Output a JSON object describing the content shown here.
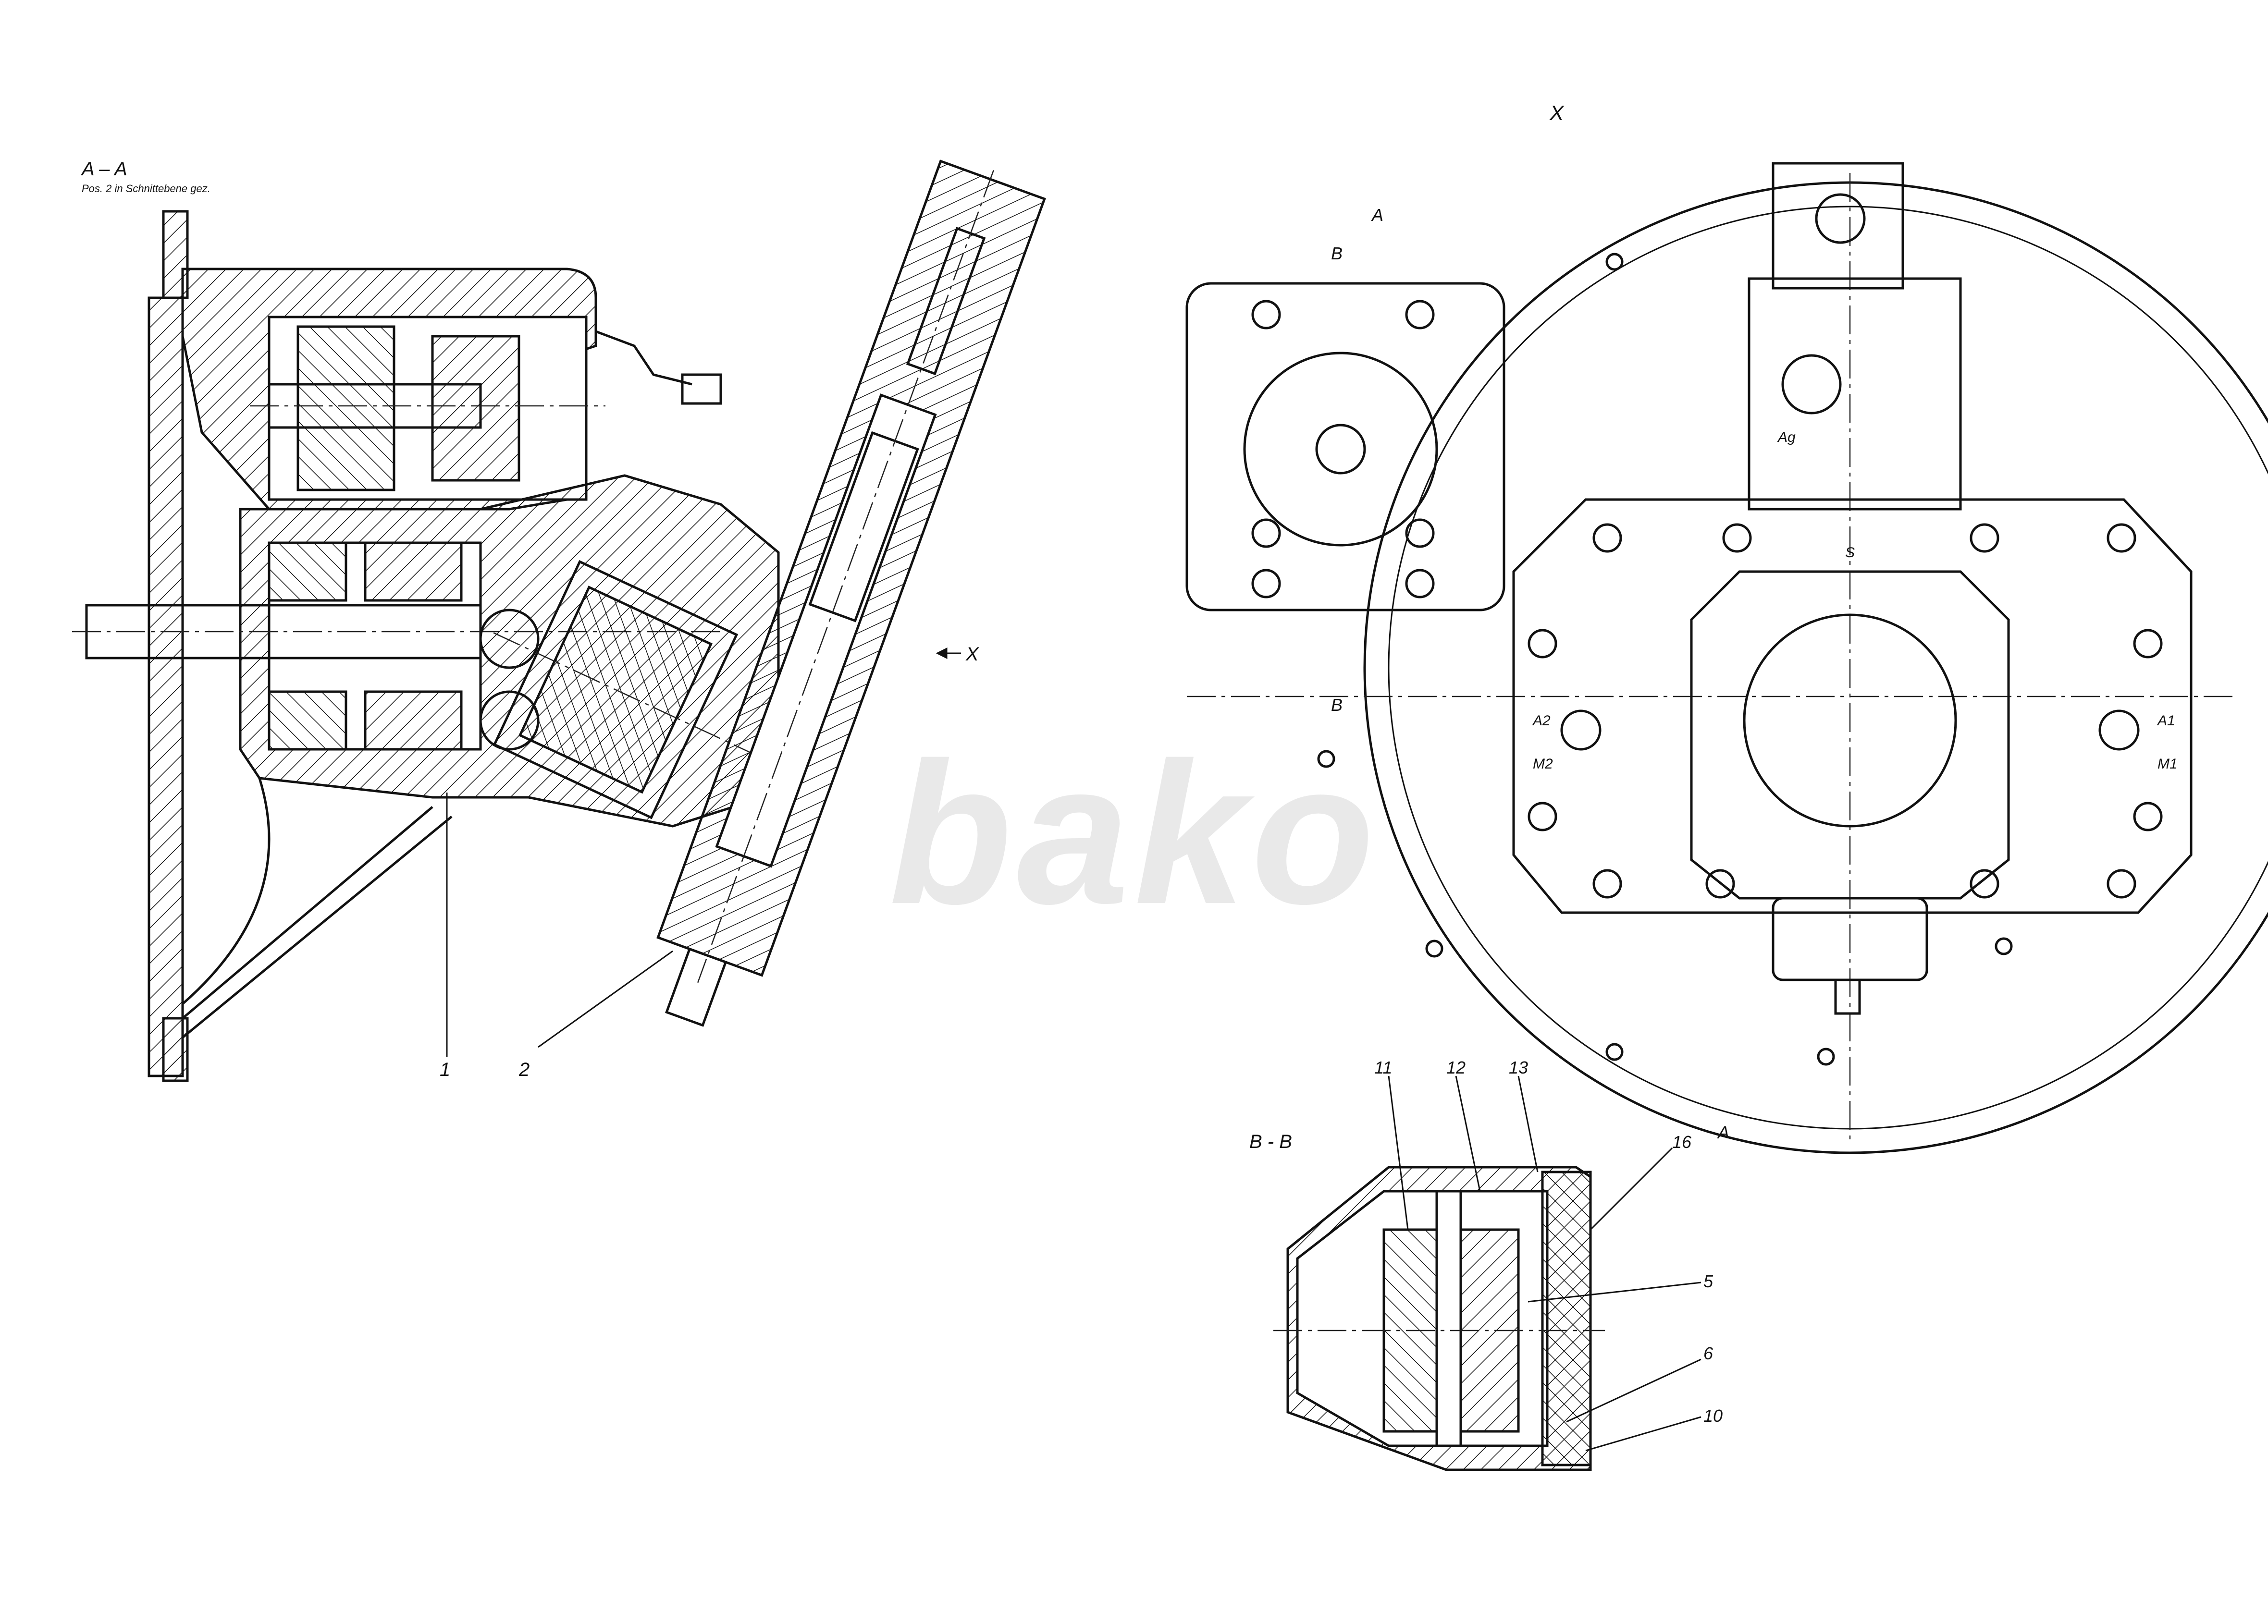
{
  "section_aa": {
    "title": "A – A",
    "note": "Pos. 2 in Schnittebene gez."
  },
  "view_x": {
    "title": "X",
    "arrow_label": "X",
    "cut_marks": [
      "A",
      "B",
      "B",
      "A"
    ],
    "port_labels": [
      "Ag",
      "S",
      "A2",
      "M2",
      "A1",
      "M1"
    ]
  },
  "section_bb": {
    "title": "B - B"
  },
  "part_numbers": [
    "1",
    "2",
    "11",
    "12",
    "13",
    "16",
    "5",
    "6",
    "10"
  ],
  "watermark": "bako"
}
